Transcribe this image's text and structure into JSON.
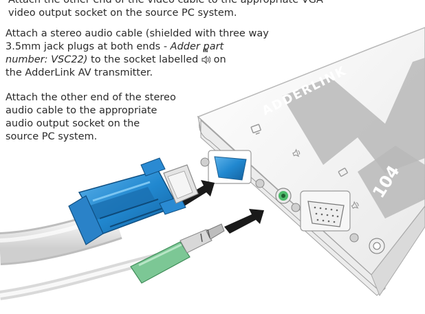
{
  "steps": [
    {
      "lines": [
        "Attach the other end of the video cable to the appropriate VGA",
        "video output socket on the source PC system."
      ]
    },
    {
      "line1": "Attach a stereo audio cable (shielded with three way",
      "line2a": "3.5mm jack plugs at both ends - ",
      "line2b": "Adder part",
      "line3": "number: VSC22)",
      "line3b": " to the socket labelled ",
      "symbol_label": "IN",
      "line3c": " on",
      "line4": "the AdderLink AV transmitter."
    },
    {
      "lines": [
        "Attach the other end of the stereo",
        "audio cable to the appropriate",
        "audio output socket on the",
        "source PC system."
      ]
    }
  ],
  "device": {
    "brand": "ADDERLINK",
    "model": "104"
  },
  "colors": {
    "device_top": "#f4f4f4",
    "device_panel": "#cfcfcf",
    "vga_cable": "#1e7fc6",
    "audio_jack": "#72c28a",
    "arrow": "#1a1a1a"
  },
  "icons": [
    "monitor-icon",
    "speaker-icon",
    "arrow-icon"
  ]
}
